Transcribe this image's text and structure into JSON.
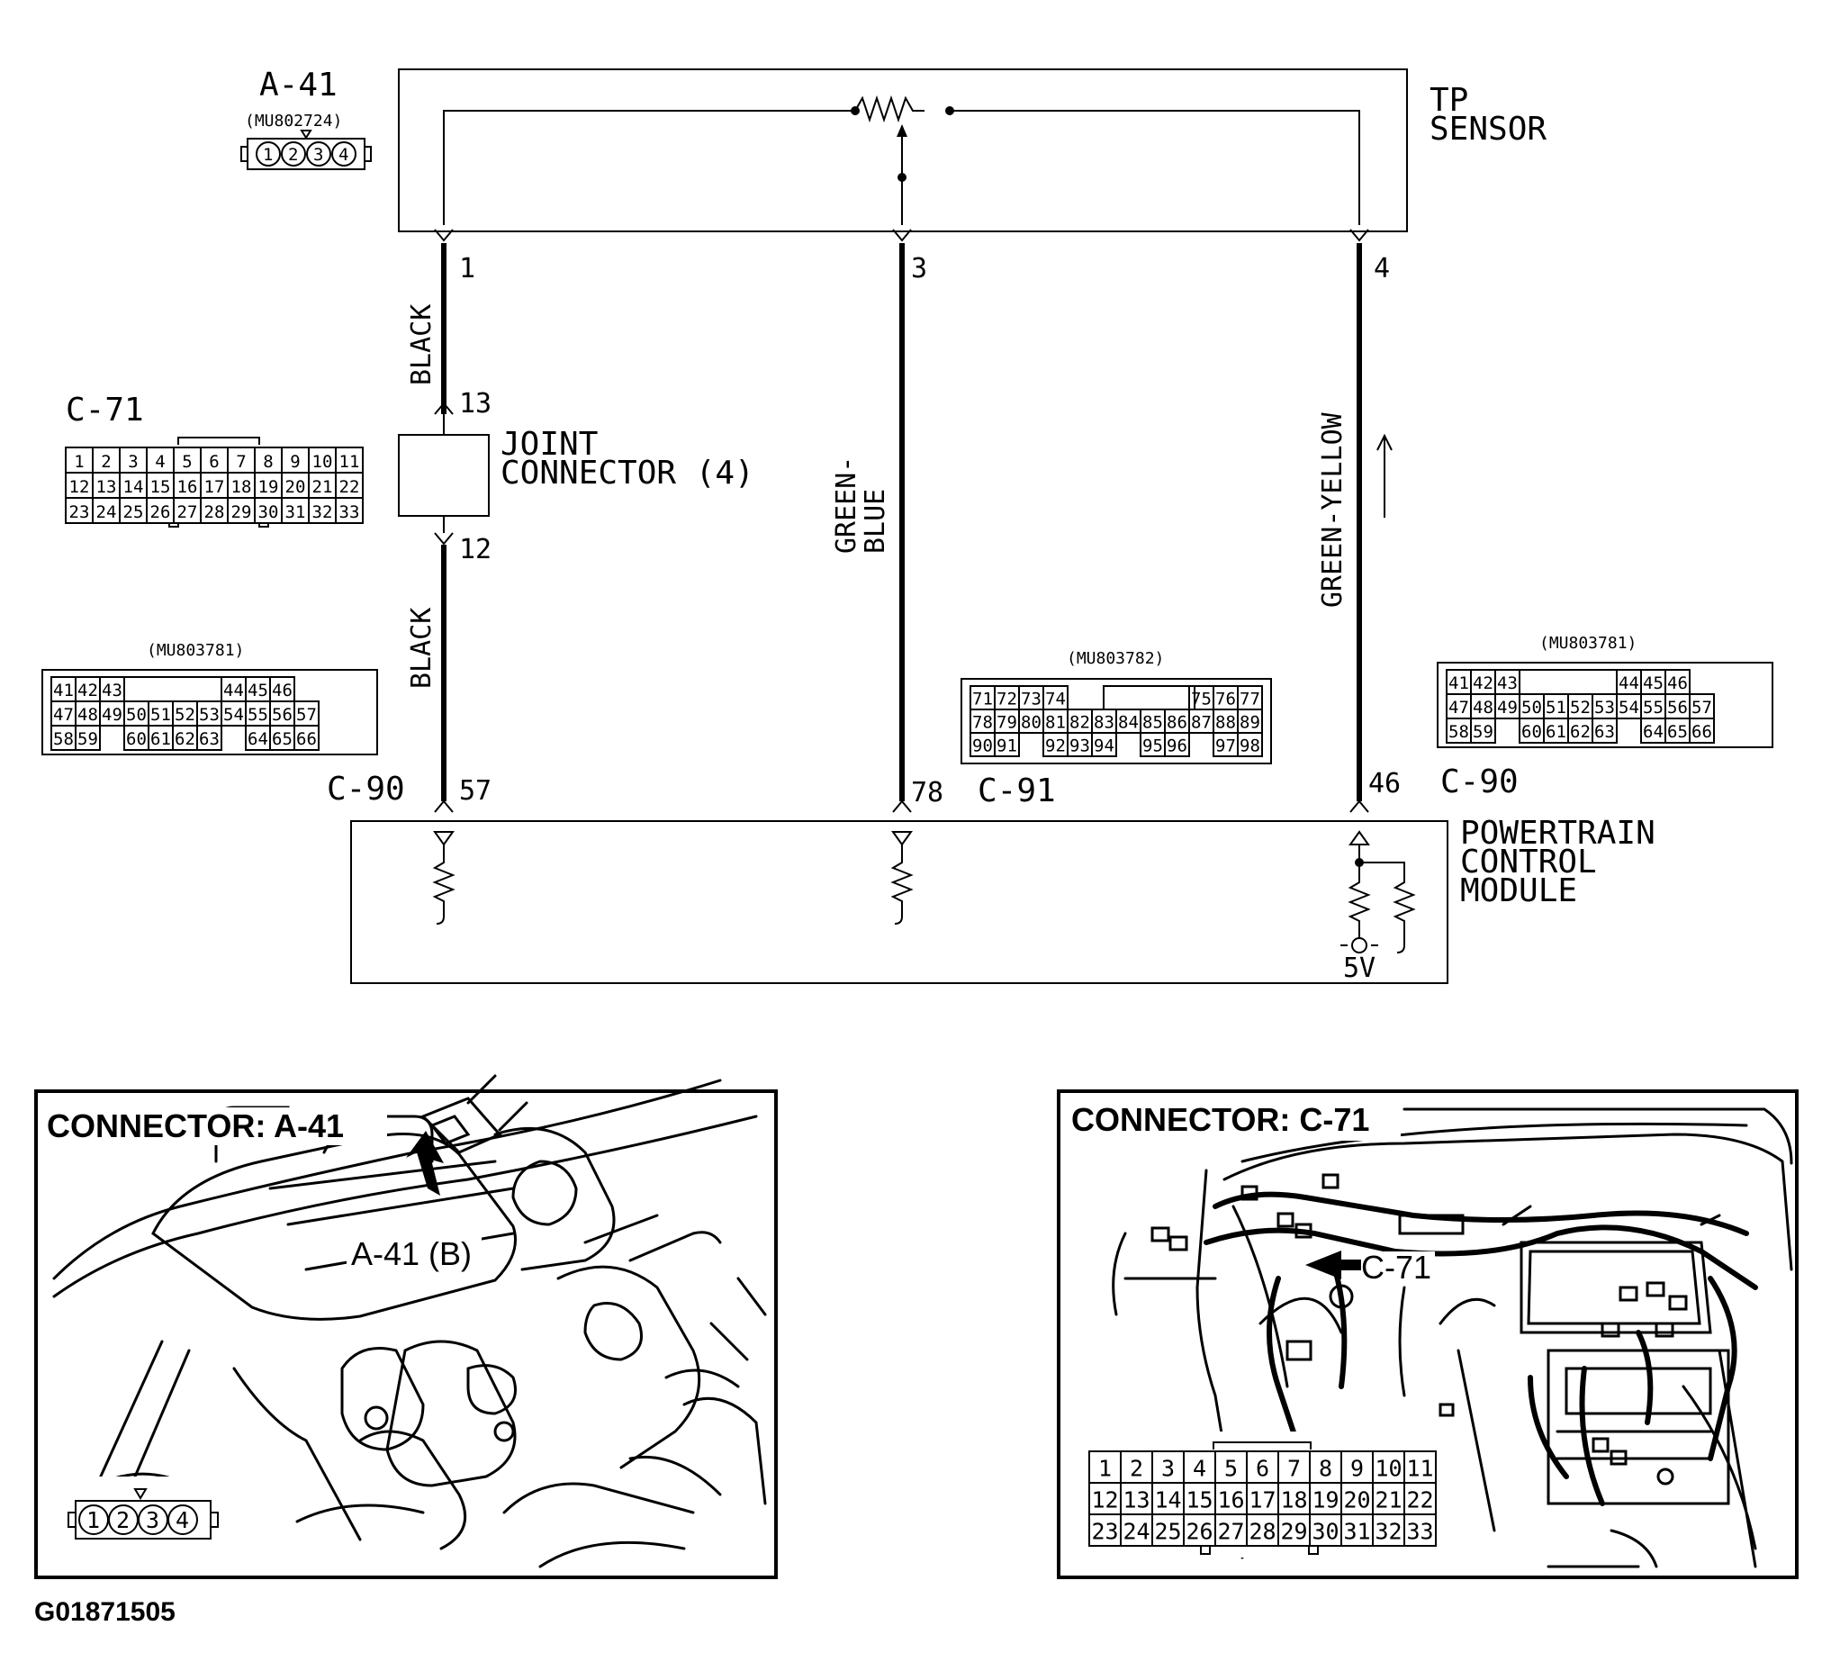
{
  "figure_id": "G01871505",
  "tp_sensor": {
    "label_line1": "TP",
    "label_line2": "SENSOR",
    "connector_id": "A-41",
    "part_number": "(MU802724)",
    "pins": [
      "1",
      "2",
      "3",
      "4"
    ]
  },
  "wires": [
    {
      "color": "BLACK",
      "from_pin": "1"
    },
    {
      "color_line1": "GREEN-",
      "color_line2": "BLUE",
      "from_pin": "3",
      "to_pin": "78",
      "to_connector": "C-91"
    },
    {
      "color": "GREEN-YELLOW",
      "from_pin": "4",
      "to_pin": "46",
      "to_connector": "C-90"
    }
  ],
  "joint_connector": {
    "label_line1": "JOINT",
    "label_line2": "CONNECTOR (4)",
    "connector_id": "C-71",
    "pin_in": "13",
    "pin_out": "12",
    "wire_out_color": "BLACK",
    "to_connector": "C-90",
    "to_pin": "57"
  },
  "c71_grid": [
    [
      "1",
      "2",
      "3",
      "4",
      "5",
      "6",
      "7",
      "8",
      "9",
      "10",
      "11"
    ],
    [
      "12",
      "13",
      "14",
      "15",
      "16",
      "17",
      "18",
      "19",
      "20",
      "21",
      "22"
    ],
    [
      "23",
      "24",
      "25",
      "26",
      "27",
      "28",
      "29",
      "30",
      "31",
      "32",
      "33"
    ]
  ],
  "c90_connector": {
    "part_number": "(MU803781)",
    "rows": [
      [
        "41",
        "42",
        "43",
        "",
        "",
        "",
        "",
        "44",
        "45",
        "46"
      ],
      [
        "47",
        "48",
        "49",
        "50",
        "51",
        "52",
        "53",
        "54",
        "55",
        "56",
        "57"
      ],
      [
        "58",
        "59",
        "",
        "60",
        "61",
        "62",
        "63",
        "",
        "64",
        "65",
        "66"
      ]
    ]
  },
  "c91_connector": {
    "part_number": "(MU803782)",
    "rows": [
      [
        "71",
        "72",
        "73",
        "74",
        "",
        "",
        "",
        "",
        "75",
        "76",
        "77"
      ],
      [
        "78",
        "79",
        "80",
        "81",
        "82",
        "83",
        "84",
        "85",
        "86",
        "87",
        "88",
        "89"
      ],
      [
        "90",
        "91",
        "",
        "92",
        "93",
        "94",
        "",
        "95",
        "96",
        "",
        "97",
        "98"
      ]
    ]
  },
  "pcm": {
    "label_line1": "POWERTRAIN",
    "label_line2": "CONTROL",
    "label_line3": "MODULE",
    "supply_label": "5V"
  },
  "panel_a41": {
    "title": "CONNECTOR: A-41",
    "callout": "A-41 (B)",
    "pins": [
      "1",
      "2",
      "3",
      "4"
    ]
  },
  "panel_c71": {
    "title": "CONNECTOR: C-71",
    "callout": "C-71"
  }
}
